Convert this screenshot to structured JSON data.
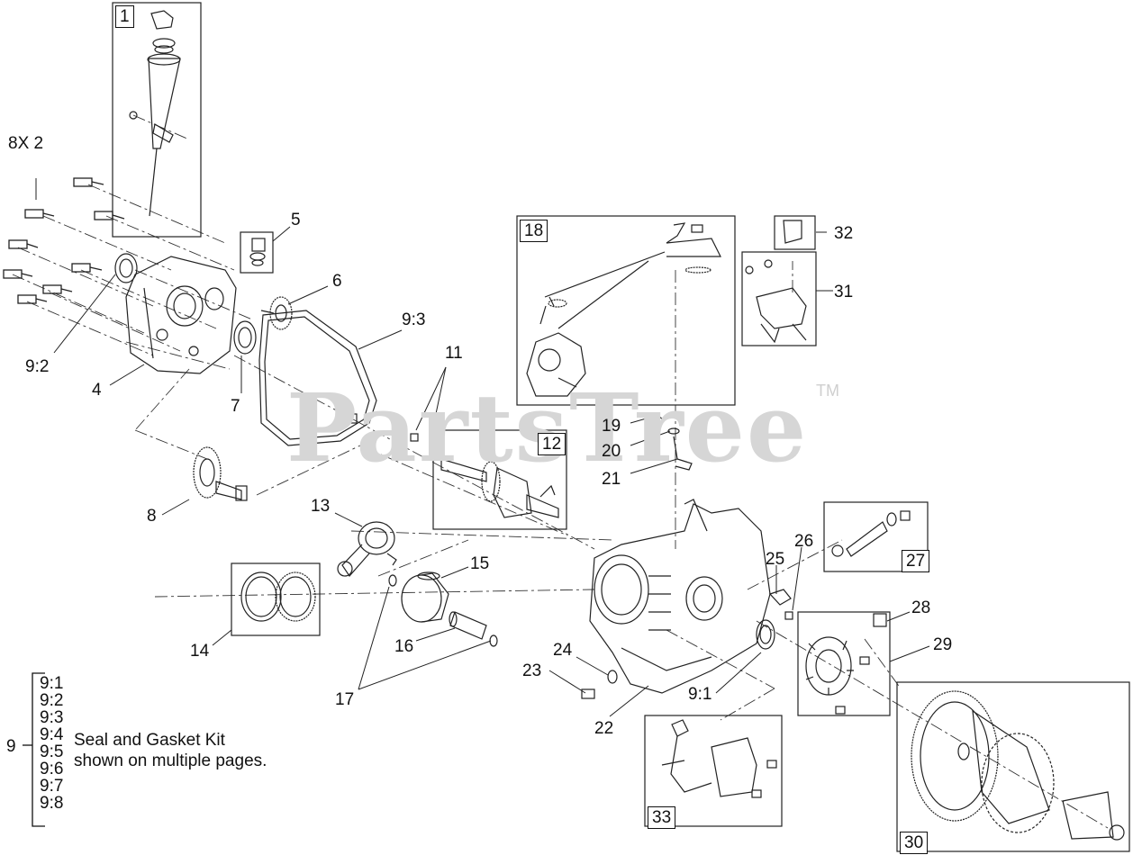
{
  "watermark": {
    "text": "PartsTree",
    "tm": "TM"
  },
  "callouts": {
    "c1": "1",
    "c8x2": "8X 2",
    "c4": "4",
    "c5": "5",
    "c6": "6",
    "c7": "7",
    "c8": "8",
    "c9_2": "9:2",
    "c9_3": "9:3",
    "c9_1": "9:1",
    "c11": "11",
    "c12": "12",
    "c13": "13",
    "c14": "14",
    "c15": "15",
    "c16": "16",
    "c17": "17",
    "c18": "18",
    "c19": "19",
    "c20": "20",
    "c21": "21",
    "c22": "22",
    "c23": "23",
    "c24": "24",
    "c25": "25",
    "c26": "26",
    "c27": "27",
    "c28": "28",
    "c29": "29",
    "c30": "30",
    "c31": "31",
    "c32": "32",
    "c33": "33"
  },
  "kit": {
    "number": "9",
    "items": [
      "9:1",
      "9:2",
      "9:3",
      "9:4",
      "9:5",
      "9:6",
      "9:7",
      "9:8"
    ],
    "desc_line1": "Seal and Gasket Kit",
    "desc_line2": "shown on multiple pages."
  }
}
